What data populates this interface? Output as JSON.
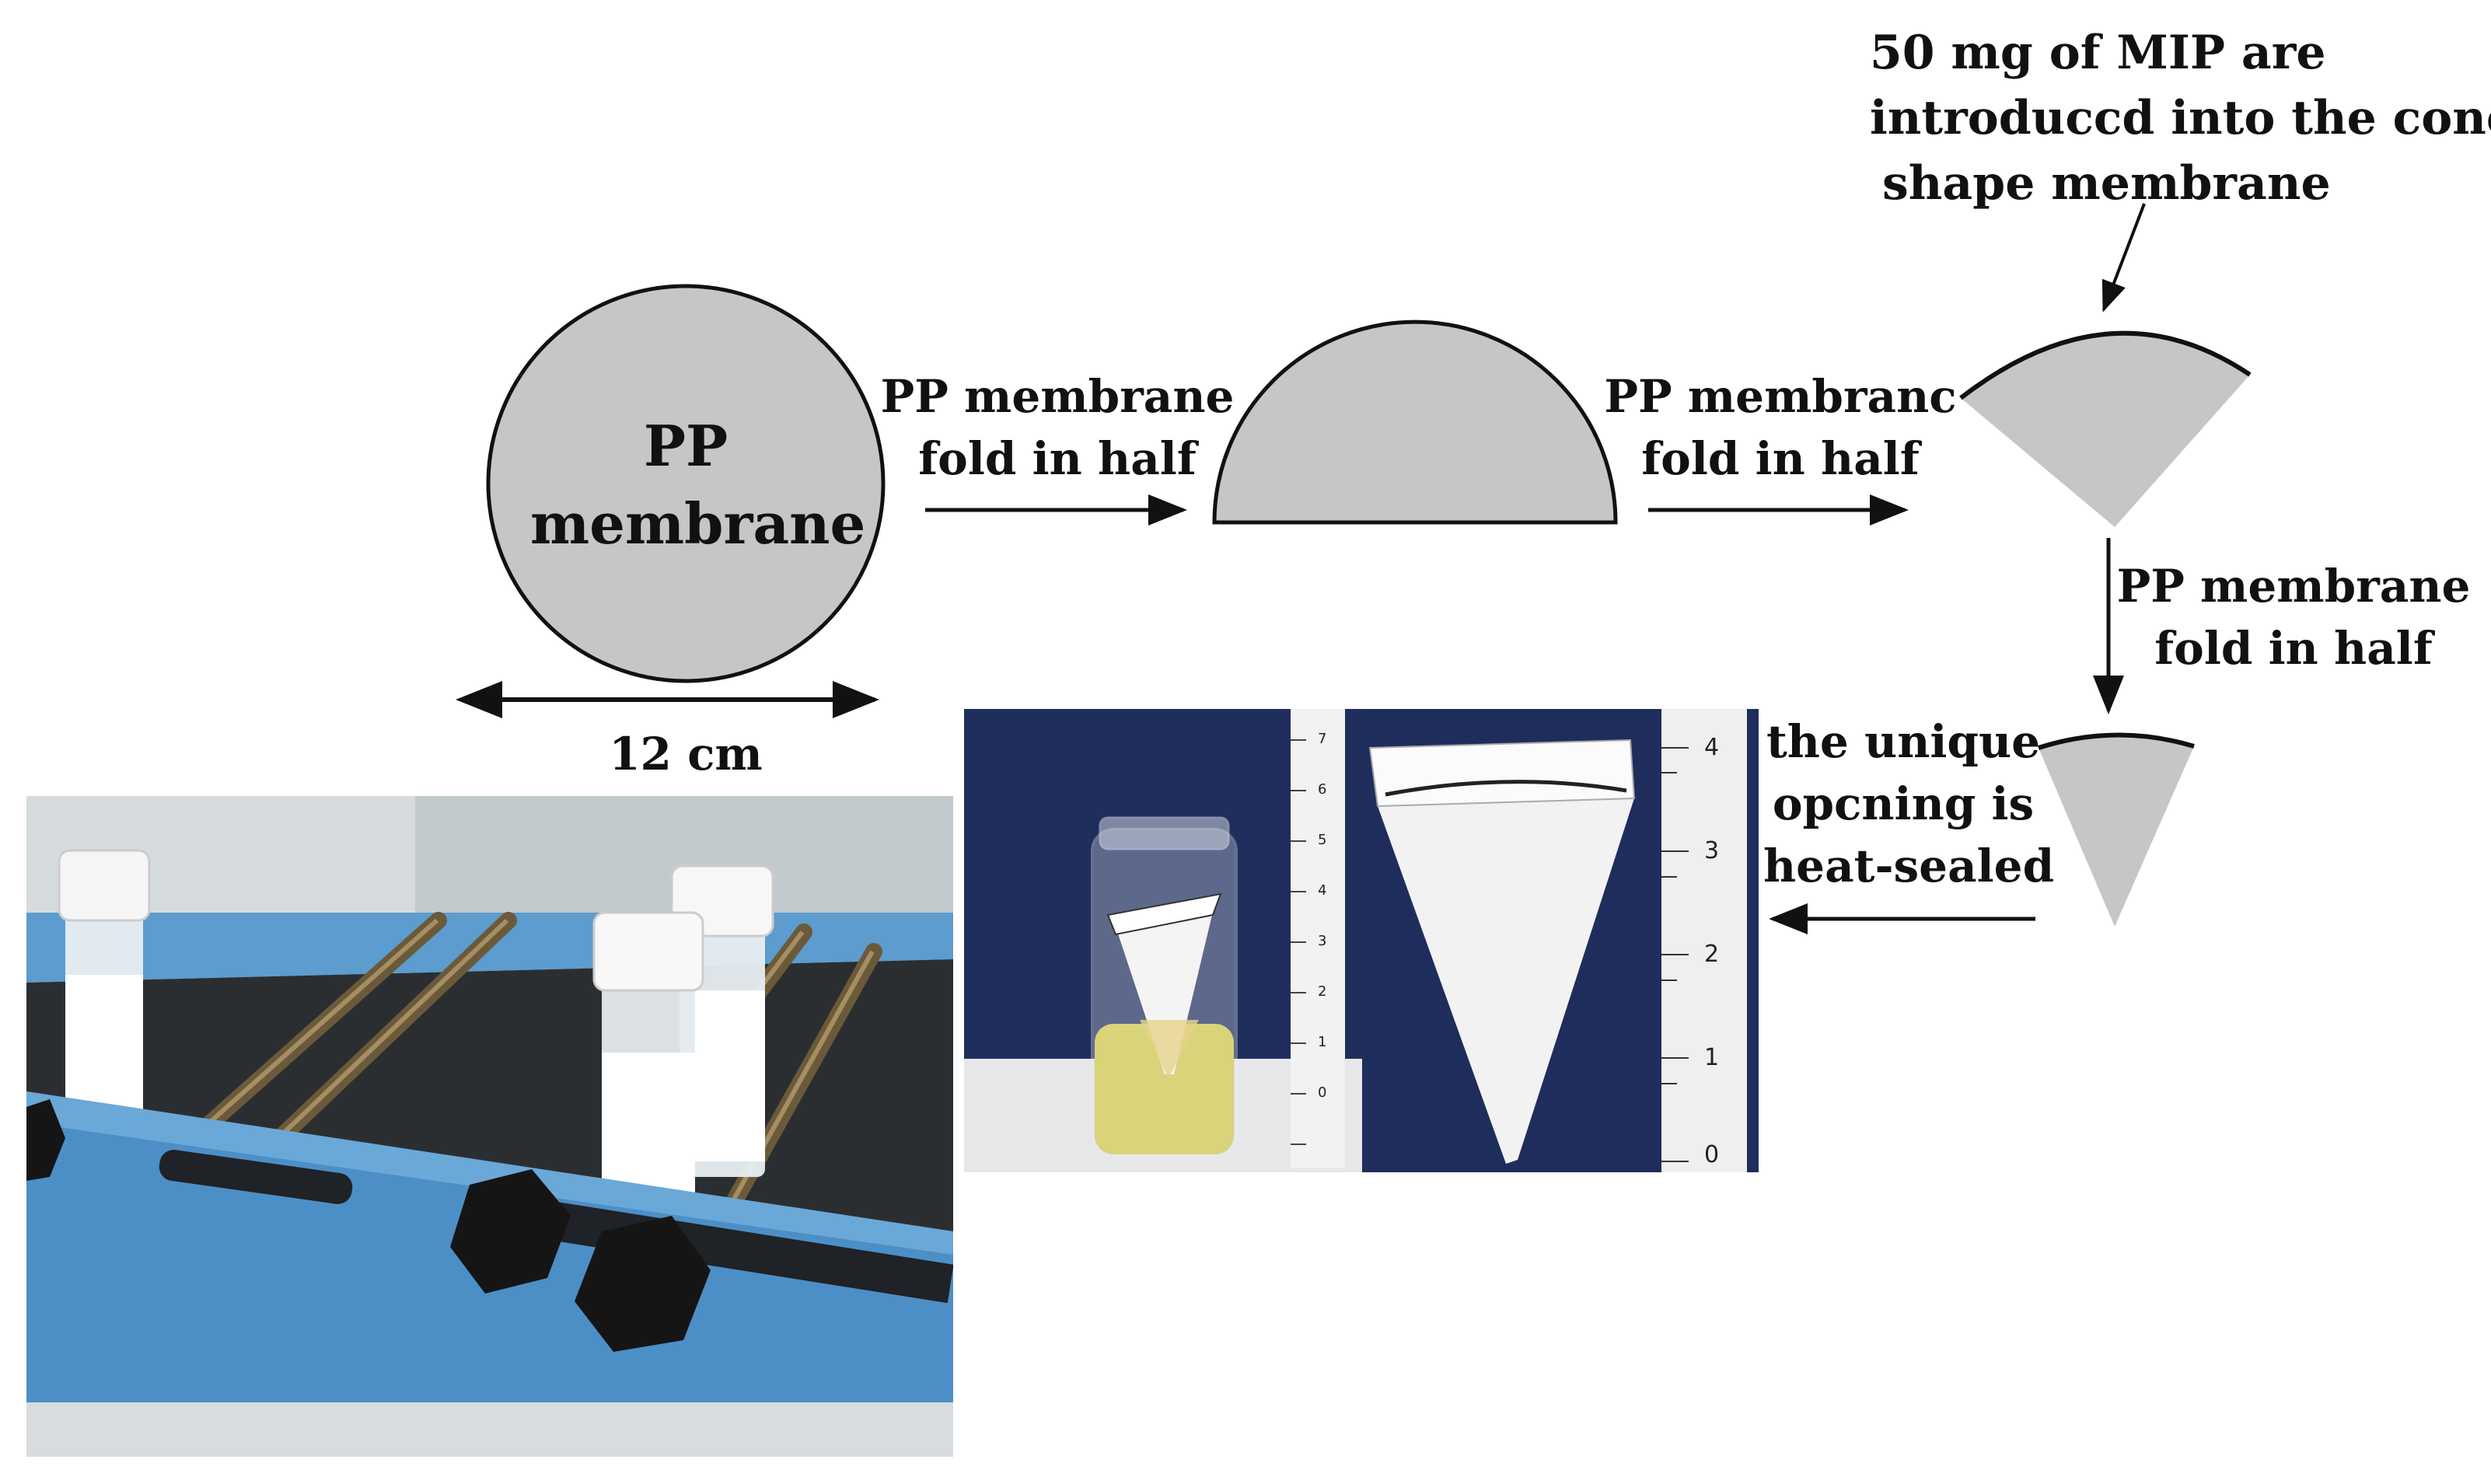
{
  "labels": {
    "circle_text_line1": "PP",
    "circle_text_line2": "membrane",
    "dimension": "12 cm",
    "step1_line1": "PP membrane",
    "step1_line2": "fold in half",
    "step2_line1": "PP membranc",
    "step2_line2": "fold in half",
    "note_line1": "50 mg of MIP are",
    "note_line2": "introduccd into the conc-",
    "note_line3": "shape membrane",
    "step3_line1": "PP membrane",
    "step3_line2": "fold in half",
    "seal_line1": "the unique",
    "seal_line2": "opcning is",
    "seal_line3": "heat-sealed"
  },
  "ruler_labels": {
    "left_ruler": [
      "0",
      "1",
      "2",
      "3",
      "4",
      "5",
      "6",
      "7"
    ],
    "right_ruler": [
      "0",
      "1",
      "2",
      "3",
      "4"
    ]
  },
  "colors": {
    "shape_fill": "#c6c6c6",
    "stroke": "#111111",
    "bath_blue": "#4c8fc6",
    "oil_yellow": "#d9d37a"
  }
}
